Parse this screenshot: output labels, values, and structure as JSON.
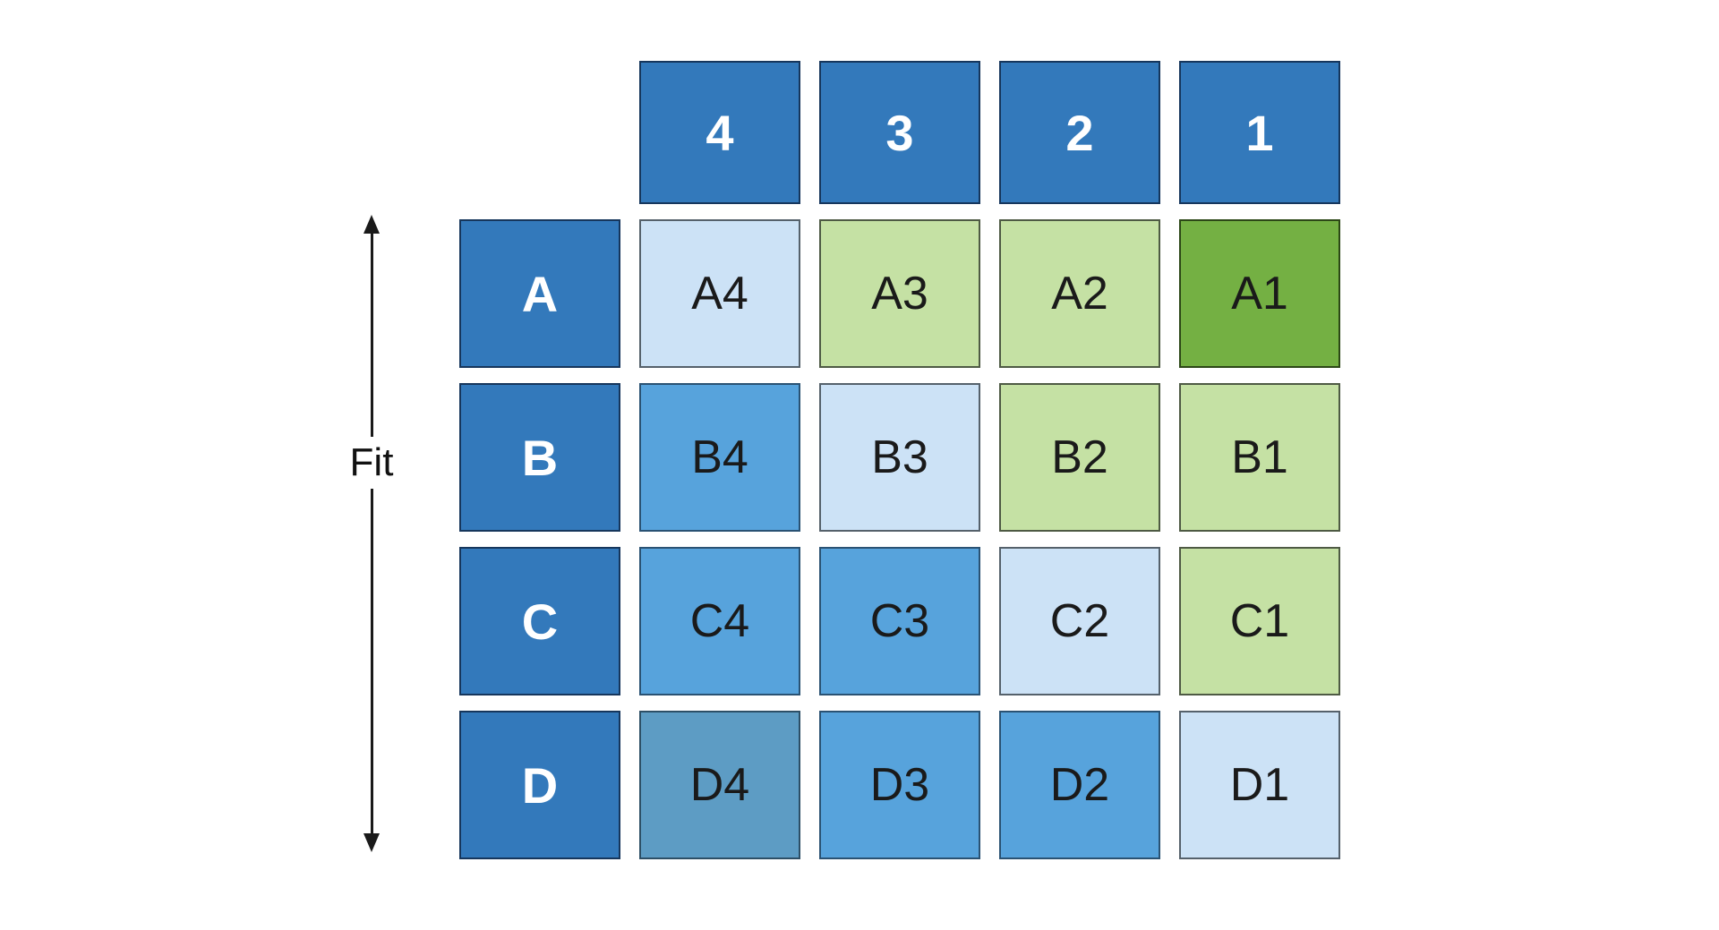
{
  "figure": {
    "axis_label": "Fit",
    "column_headers": [
      "4",
      "3",
      "2",
      "1"
    ],
    "row_headers": [
      "A",
      "B",
      "C",
      "D"
    ],
    "rows": [
      {
        "header": "A",
        "cells": [
          {
            "label": "A4",
            "tone": "light-blue"
          },
          {
            "label": "A3",
            "tone": "light-green"
          },
          {
            "label": "A2",
            "tone": "light-green"
          },
          {
            "label": "A1",
            "tone": "dark-green"
          }
        ]
      },
      {
        "header": "B",
        "cells": [
          {
            "label": "B4",
            "tone": "mid-blue"
          },
          {
            "label": "B3",
            "tone": "light-blue"
          },
          {
            "label": "B2",
            "tone": "light-green"
          },
          {
            "label": "B1",
            "tone": "light-green"
          }
        ]
      },
      {
        "header": "C",
        "cells": [
          {
            "label": "C4",
            "tone": "mid-blue"
          },
          {
            "label": "C3",
            "tone": "mid-blue"
          },
          {
            "label": "C2",
            "tone": "light-blue"
          },
          {
            "label": "C1",
            "tone": "light-green"
          }
        ]
      },
      {
        "header": "D",
        "cells": [
          {
            "label": "D4",
            "tone": "slate-blue"
          },
          {
            "label": "D3",
            "tone": "mid-blue"
          },
          {
            "label": "D2",
            "tone": "mid-blue"
          },
          {
            "label": "D1",
            "tone": "light-blue"
          }
        ]
      }
    ],
    "colors": {
      "header_blue": "#3379bb",
      "mid_blue": "#57a3dc",
      "slate_blue": "#5d9cc4",
      "light_blue": "#cce2f6",
      "light_green": "#c5e1a4",
      "dark_green": "#74b043",
      "header_text": "#ffffff",
      "cell_text": "#1a1a1a"
    }
  }
}
